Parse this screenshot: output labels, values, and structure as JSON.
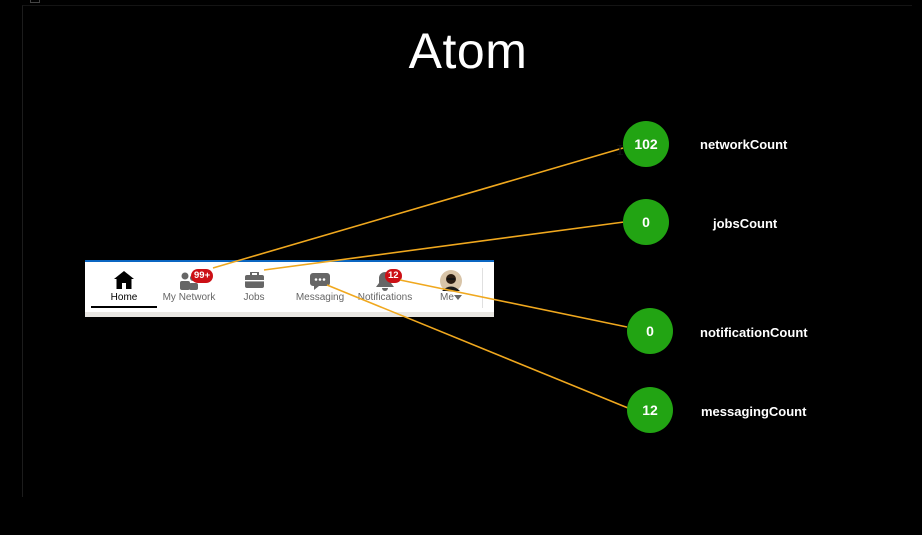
{
  "slide": {
    "title": "Atom"
  },
  "nav": {
    "items": [
      {
        "id": "home",
        "label": "Home",
        "icon": "home-icon",
        "active": true
      },
      {
        "id": "network",
        "label": "My Network",
        "icon": "people-icon",
        "badge": "99+"
      },
      {
        "id": "jobs",
        "label": "Jobs",
        "icon": "briefcase-icon"
      },
      {
        "id": "messaging",
        "label": "Messaging",
        "icon": "chat-bubble-icon"
      },
      {
        "id": "notifications",
        "label": "Notifications",
        "icon": "bell-icon",
        "badge": "12"
      },
      {
        "id": "me",
        "label": "Me",
        "icon": "avatar",
        "caret": "chevron-down-icon"
      }
    ]
  },
  "atoms": [
    {
      "name": "networkCount",
      "value": "102"
    },
    {
      "name": "jobsCount",
      "value": "0"
    },
    {
      "name": "notificationCount",
      "value": "0"
    },
    {
      "name": "messagingCount",
      "value": "12"
    }
  ],
  "colors": {
    "background": "#000000",
    "atom_fill": "#22a413",
    "connector": "#f0a81e",
    "badge": "#cc1016",
    "nav_accent": "#0a66c2"
  }
}
